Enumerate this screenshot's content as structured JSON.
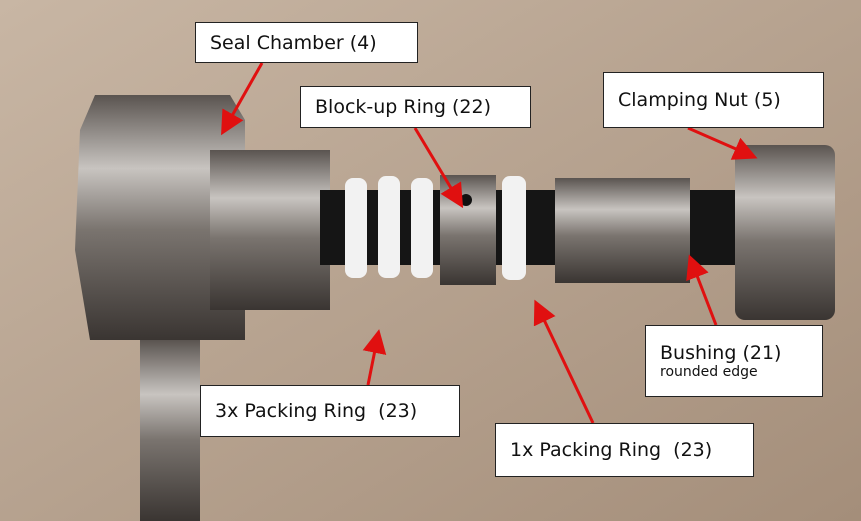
{
  "labels": {
    "seal_chamber": "Seal Chamber (4)",
    "block_up_ring": "Block-up Ring (22)",
    "clamping_nut": "Clamping Nut (5)",
    "bushing": "Bushing (21)",
    "bushing_note": "rounded edge",
    "packing_3x": "3x Packing Ring  (23)",
    "packing_1x": "1x Packing Ring  (23)"
  },
  "colors": {
    "arrow": "#e01010",
    "background": "#b5a08c"
  }
}
